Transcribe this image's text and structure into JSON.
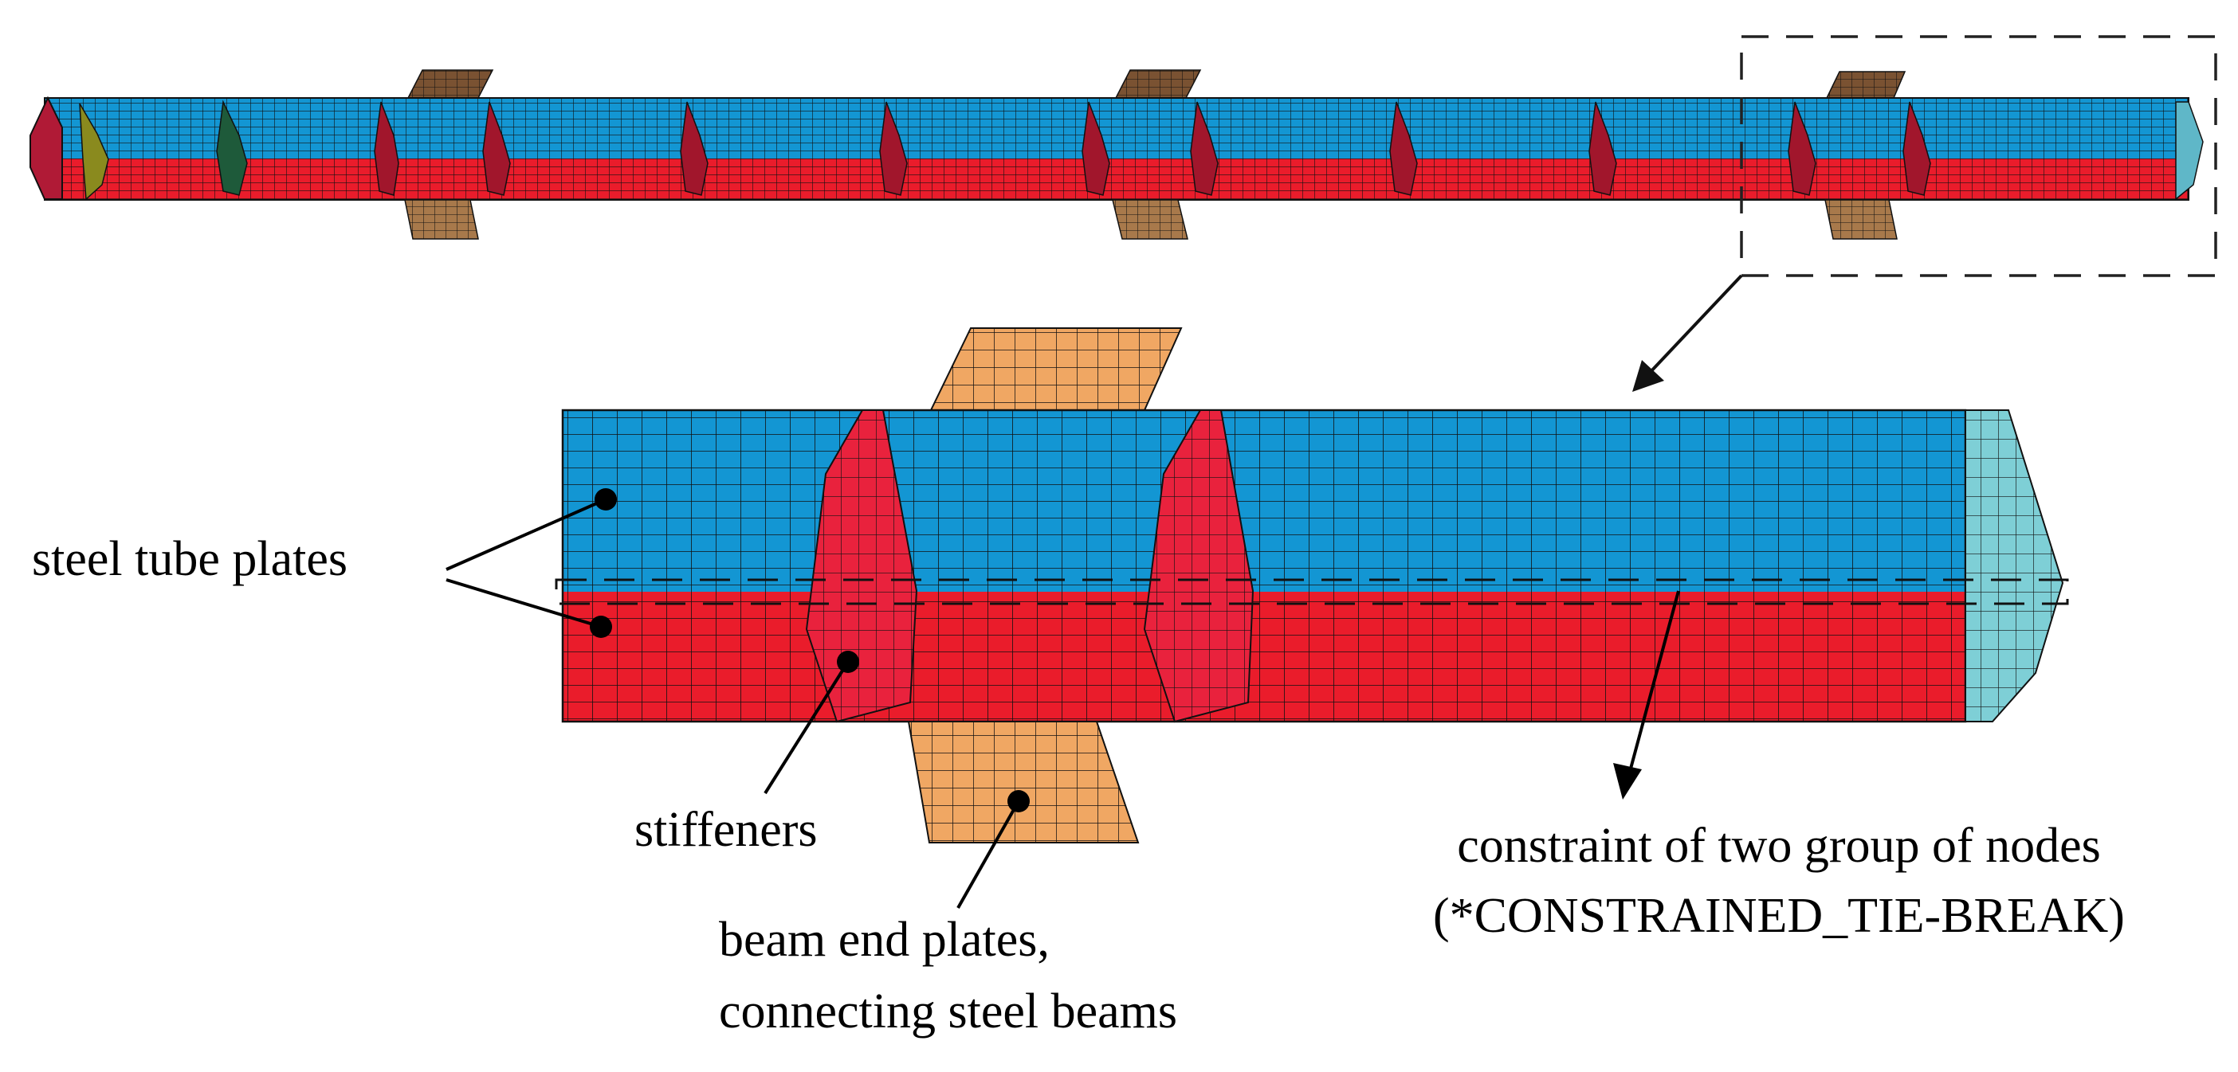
{
  "labels": {
    "steel_tube_plates": "steel tube plates",
    "stiffeners": "stiffeners",
    "beam_end_plates_line1": "beam end plates,",
    "beam_end_plates_line2": "connecting steel beams",
    "constraint_line1": "constraint of two group of nodes",
    "constraint_line2": "(*CONSTRAINED_TIE-BREAK)"
  },
  "colors": {
    "tube_top": "#1396d3",
    "tube_bottom": "#ea1c2b",
    "stiffener": "#e9223d",
    "stiffener_dark": "#a1162c",
    "beam_plate_top": "#7a5232",
    "beam_plate_bottom": "#a8794b",
    "beam_plate_detail": "#f0a763",
    "end_cap": "#7ecfd6",
    "end_cap_small": "#5fb7c8",
    "left_cap": "#b01a36",
    "olive_stiffener": "#8a8a1e",
    "green_stiffener": "#1e5a3a",
    "mesh_line": "#111111"
  }
}
